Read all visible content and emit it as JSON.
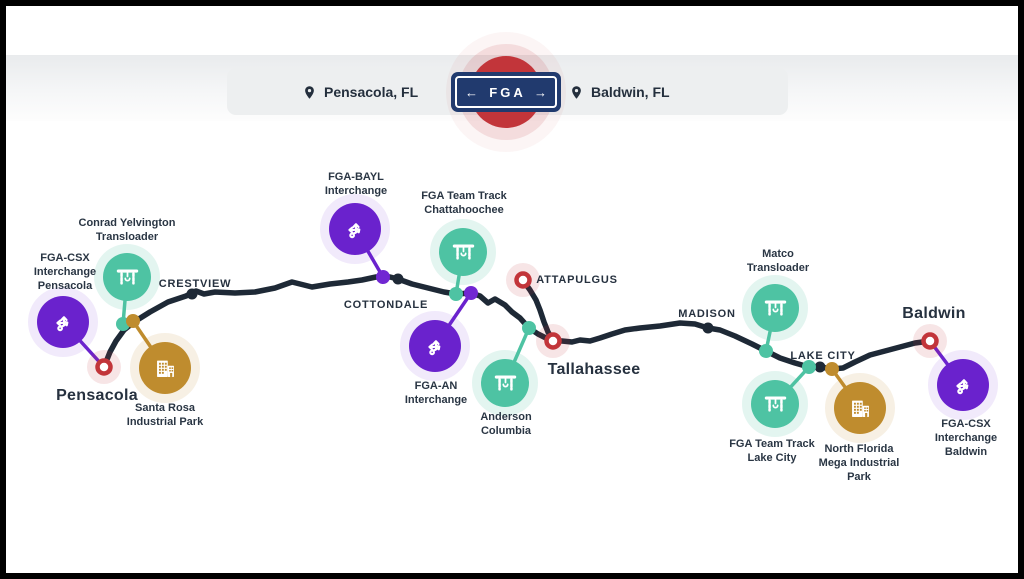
{
  "header": {
    "origin_label": "Pensacola, FL",
    "destination_label": "Baldwin, FL",
    "badge": {
      "left_arrow": "←",
      "label": "FGA",
      "right_arrow": "→"
    }
  },
  "map": {
    "stations": {
      "pensacola": "Pensacola",
      "crestview": "CRESTVIEW",
      "cottondale": "COTTONDALE",
      "attapulgus": "ATTAPULGUS",
      "tallahassee": "Tallahassee",
      "madison": "MADISON",
      "lake_city": "LAKE CITY",
      "baldwin": "Baldwin"
    },
    "facilities": {
      "fga_csx_pensacola": {
        "label": "FGA-CSX Interchange Pensacola",
        "type": "interchange"
      },
      "conrad_yelvington": {
        "label": "Conrad Yelvington Transloader",
        "type": "transloader"
      },
      "santa_rosa": {
        "label": "Santa Rosa Industrial Park",
        "type": "industrial-park"
      },
      "fga_bayl": {
        "label": "FGA-BAYL Interchange",
        "type": "interchange"
      },
      "fga_team_track_chattahoochee": {
        "label": "FGA Team Track Chattahoochee",
        "type": "team-track"
      },
      "fga_an": {
        "label": "FGA-AN Interchange",
        "type": "interchange"
      },
      "anderson_columbia": {
        "label": "Anderson Columbia",
        "type": "team-track"
      },
      "matco": {
        "label": "Matco Transloader",
        "type": "transloader"
      },
      "fga_team_track_lake_city": {
        "label": "FGA Team Track Lake City",
        "type": "team-track"
      },
      "north_florida_mega": {
        "label": "North Florida Mega Industrial Park",
        "type": "industrial-park"
      },
      "fga_csx_baldwin": {
        "label": "FGA-CSX Interchange Baldwin",
        "type": "interchange"
      }
    },
    "icons": {
      "location_pin": "map-pin",
      "interchange": "three-way-route-arrows",
      "transloader": "gantry-crane",
      "team_track": "gantry-crane",
      "industrial_park": "buildings",
      "endpoint": "red-ring-dot"
    },
    "colors": {
      "rail": "#1e2936",
      "interchange_purple": "#6a22cd",
      "track_teal": "#4ec3a3",
      "industrial_gold": "#bf8c2e",
      "endpoint_red": "#c2353a",
      "badge_navy": "#213a6e",
      "label_text": "#2a3644"
    }
  }
}
